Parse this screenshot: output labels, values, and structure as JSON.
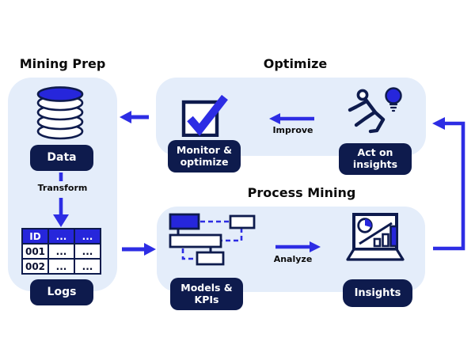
{
  "colors": {
    "accent_blue": "#2d2de4",
    "fill_blue": "#2626db",
    "navy": "#0e1b4d",
    "panel_bg": "#e4edfa",
    "page_bg": "#ffffff",
    "text_dark": "#0b0b0b"
  },
  "icons": {
    "database-icon": "stacked blue/white cylinder data store",
    "table-icon": "3x3 event-log table",
    "checkbox-icon": "square box with blue check mark",
    "runner-icon": "running person outline",
    "lightbulb-icon": "blue idea light bulb",
    "process-model-icon": "process model boxes with solid and dashed connectors",
    "laptop-chart-icon": "laptop screen with pie chart, trend line and bar chart"
  },
  "diagram": {
    "mining_prep": {
      "title": "Mining Prep",
      "data_button": "Data",
      "transform_label": "Transform",
      "logs_button": "Logs",
      "table": {
        "header": [
          "ID",
          "...",
          "..."
        ],
        "rows": [
          [
            "001",
            "...",
            "..."
          ],
          [
            "002",
            "...",
            "..."
          ]
        ]
      }
    },
    "optimize": {
      "title": "Optimize",
      "monitor_button": {
        "line1": "Monitor &",
        "line2": "optimize"
      },
      "improve_label": "Improve",
      "act_button": {
        "line1": "Act on",
        "line2": "insights"
      }
    },
    "process_mining": {
      "title": "Process Mining",
      "models_button": {
        "line1": "Models &",
        "line2": "KPIs"
      },
      "analyze_label": "Analyze",
      "insights_button": "Insights"
    }
  }
}
